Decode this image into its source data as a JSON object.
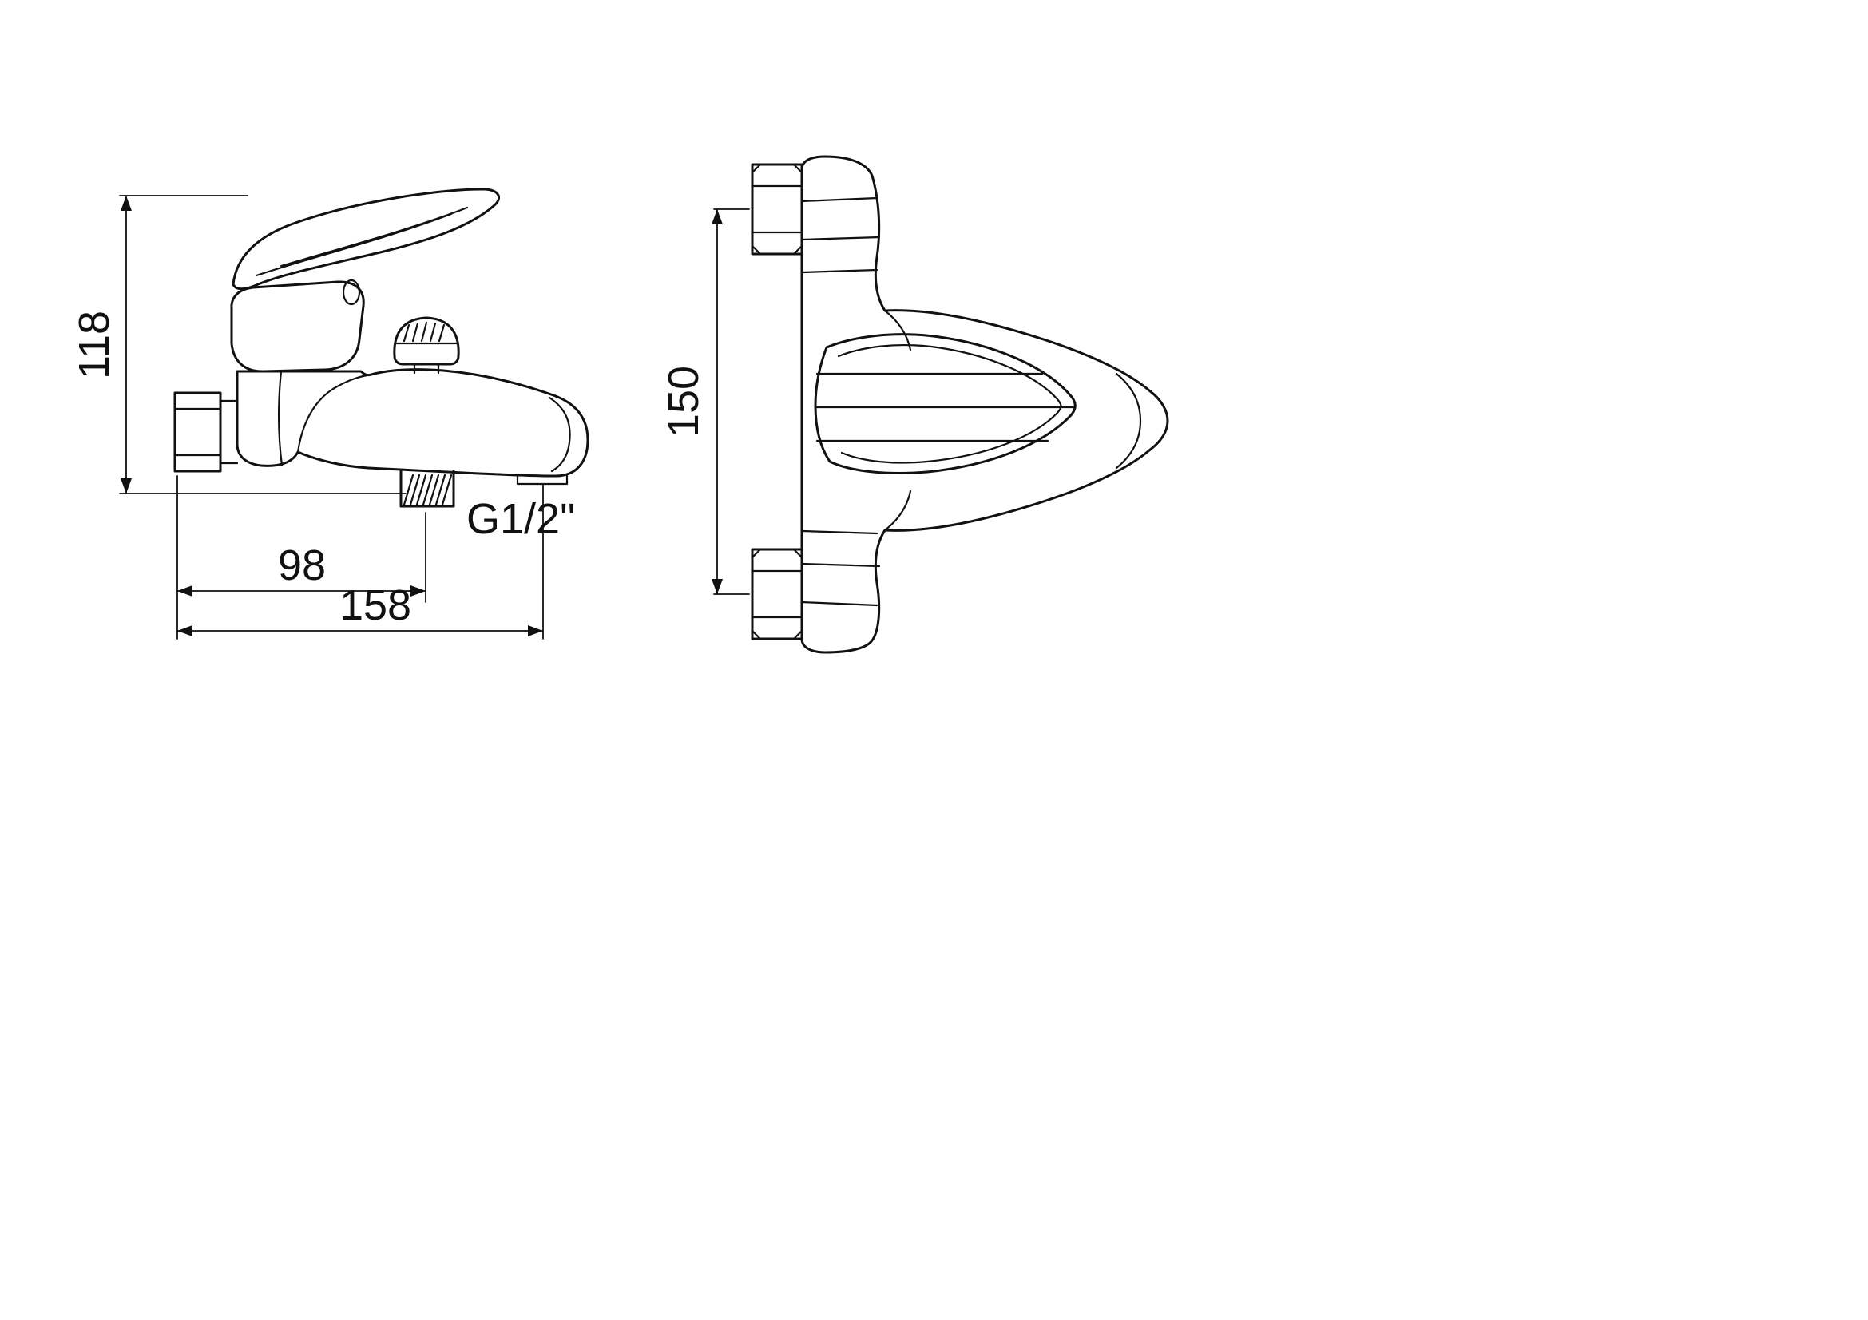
{
  "dimensions": {
    "side_height": "118",
    "side_width_inner": "98",
    "side_width_total": "158",
    "thread_size": "G1/2\"",
    "front_mount_spacing": "150"
  },
  "colors": {
    "line": "#111111",
    "background": "#ffffff"
  }
}
